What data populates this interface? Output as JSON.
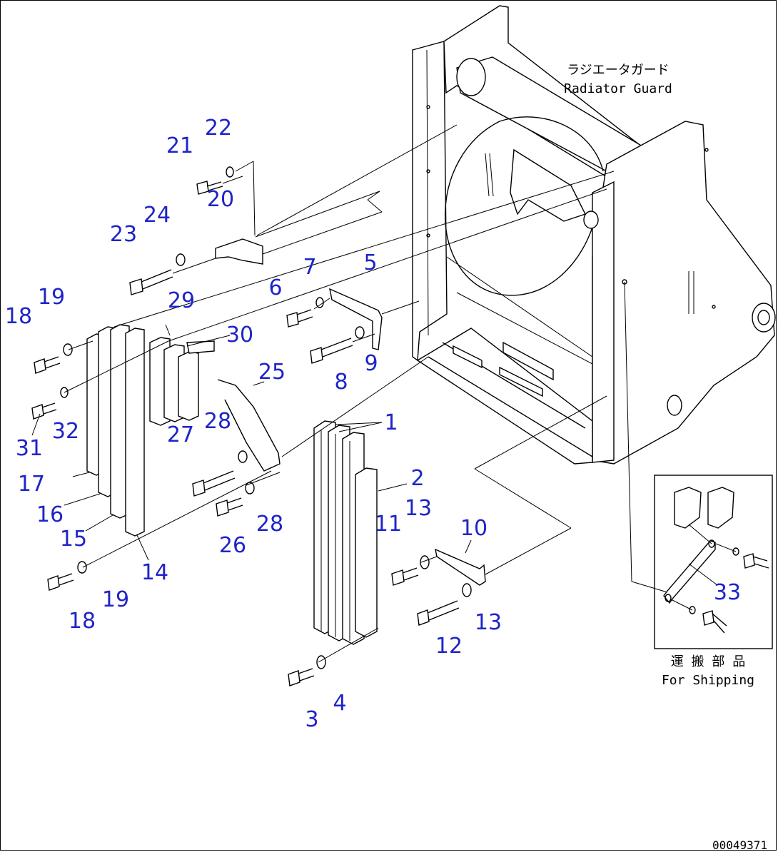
{
  "title_jp": "ラジエータガード",
  "title_en": "Radiator Guard",
  "shipping_jp": "運 搬 部 品",
  "shipping_en": "For Shipping",
  "drawing_number": "00049371",
  "callouts": [
    "1",
    "2",
    "3",
    "4",
    "5",
    "6",
    "7",
    "8",
    "9",
    "10",
    "11",
    "12",
    "13",
    "13",
    "14",
    "15",
    "16",
    "17",
    "18",
    "18",
    "19",
    "19",
    "20",
    "21",
    "22",
    "23",
    "24",
    "25",
    "26",
    "27",
    "28",
    "28",
    "29",
    "30",
    "31",
    "32",
    "33"
  ],
  "callout_color": "#1f24c8"
}
